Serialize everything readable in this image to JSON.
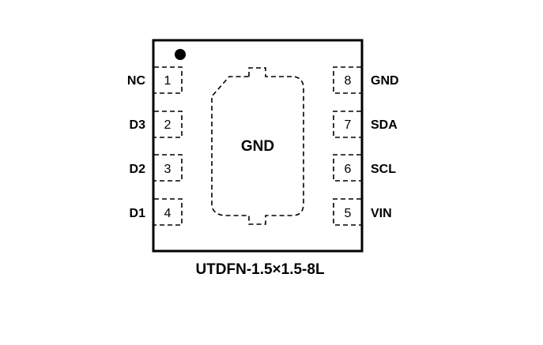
{
  "package": {
    "name": "UTDFN-1.5×1.5-8L",
    "exposed_pad_label": "GND",
    "pin1_marker": "filled-dot"
  },
  "pins_left": [
    {
      "number": "1",
      "name": "NC"
    },
    {
      "number": "2",
      "name": "D3"
    },
    {
      "number": "3",
      "name": "D2"
    },
    {
      "number": "4",
      "name": "D1"
    }
  ],
  "pins_right": [
    {
      "number": "8",
      "name": "GND"
    },
    {
      "number": "7",
      "name": "SDA"
    },
    {
      "number": "6",
      "name": "SCL"
    },
    {
      "number": "5",
      "name": "VIN"
    }
  ]
}
